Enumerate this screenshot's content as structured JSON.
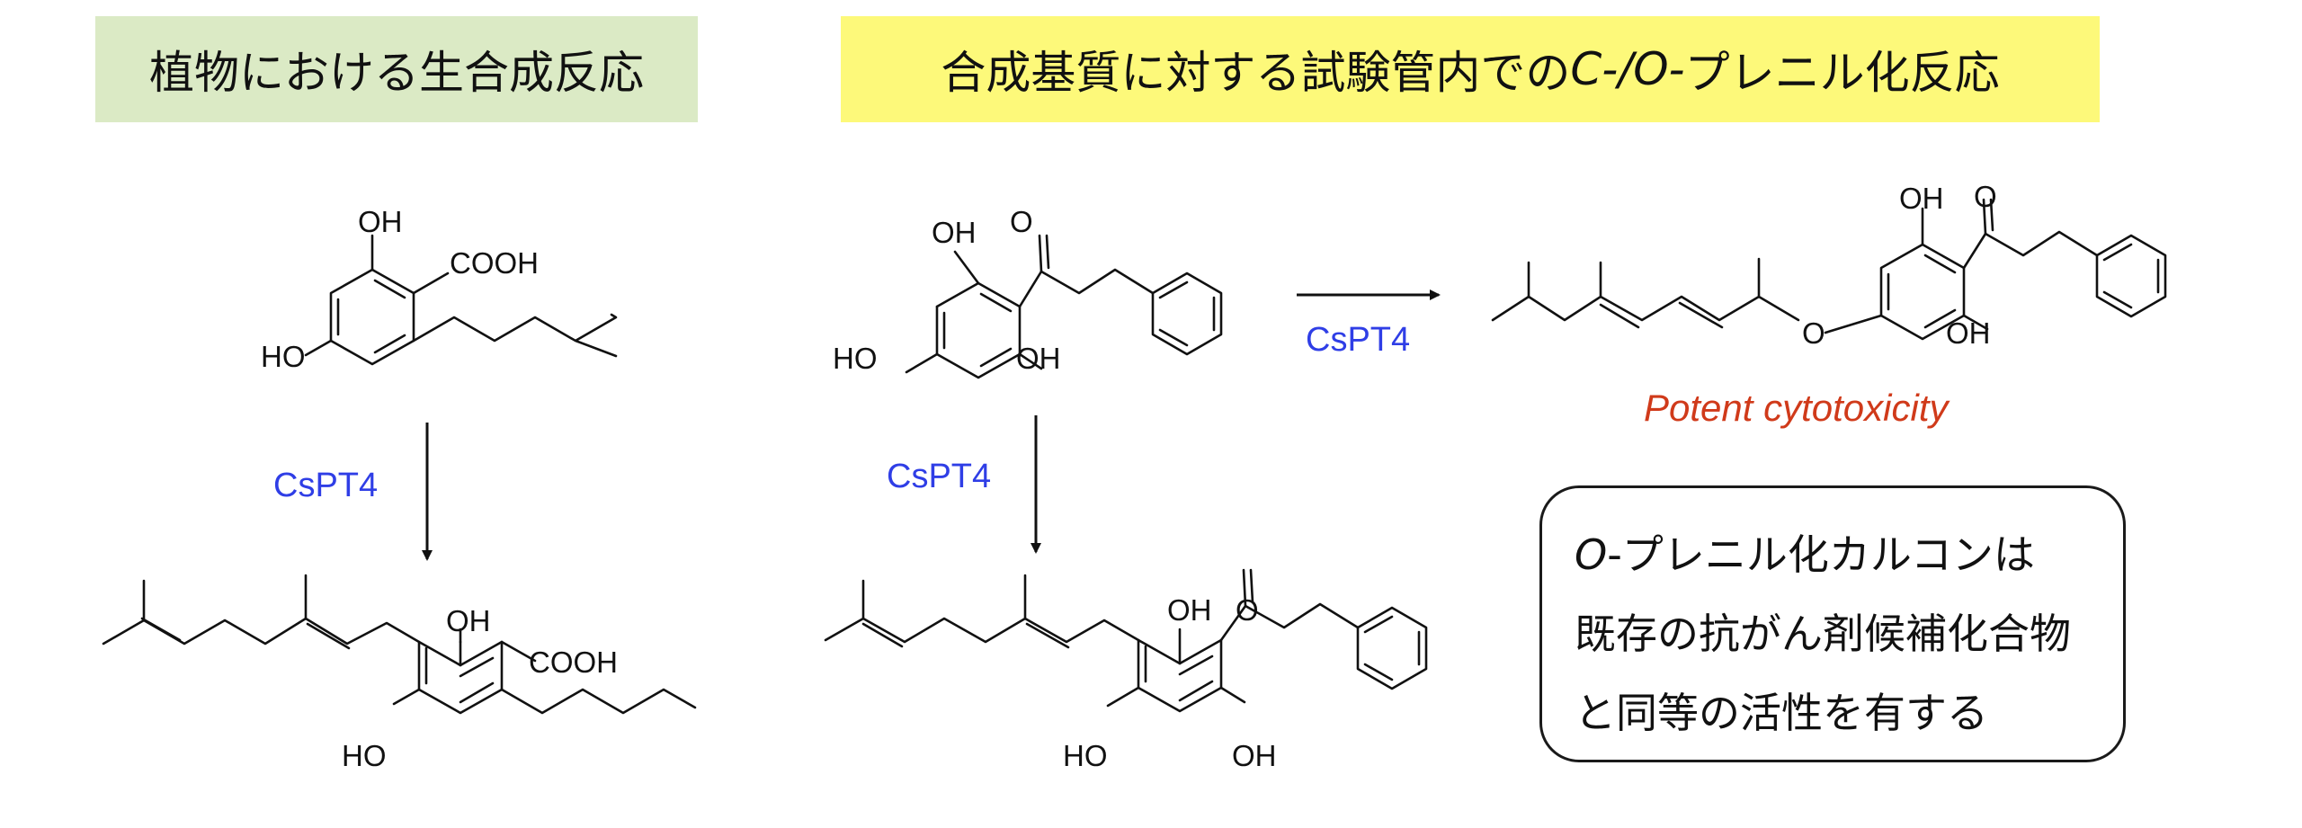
{
  "headers": {
    "left": "植物における生合成反応",
    "right_prefix": "合成基質に対する試験管内での ",
    "right_italic": "C-/O-",
    "right_suffix": "プレニル化反応"
  },
  "enzyme": "CsPT4",
  "labels": {
    "oh": "OH",
    "ho": "HO",
    "cooh": "COOH",
    "o": "O",
    "potent": "Potent cytotoxicity"
  },
  "note": {
    "line1_italic": "O",
    "line1_rest": "-プレニル化カルコンは",
    "line2": "既存の抗がん剤候補化合物",
    "line3": "と同等の活性を有する"
  },
  "colors": {
    "left_header_bg": "#dbeac5",
    "right_header_bg": "#fdf97a",
    "enzyme_text": "#2f3ee6",
    "potent_text": "#d03a1a"
  }
}
